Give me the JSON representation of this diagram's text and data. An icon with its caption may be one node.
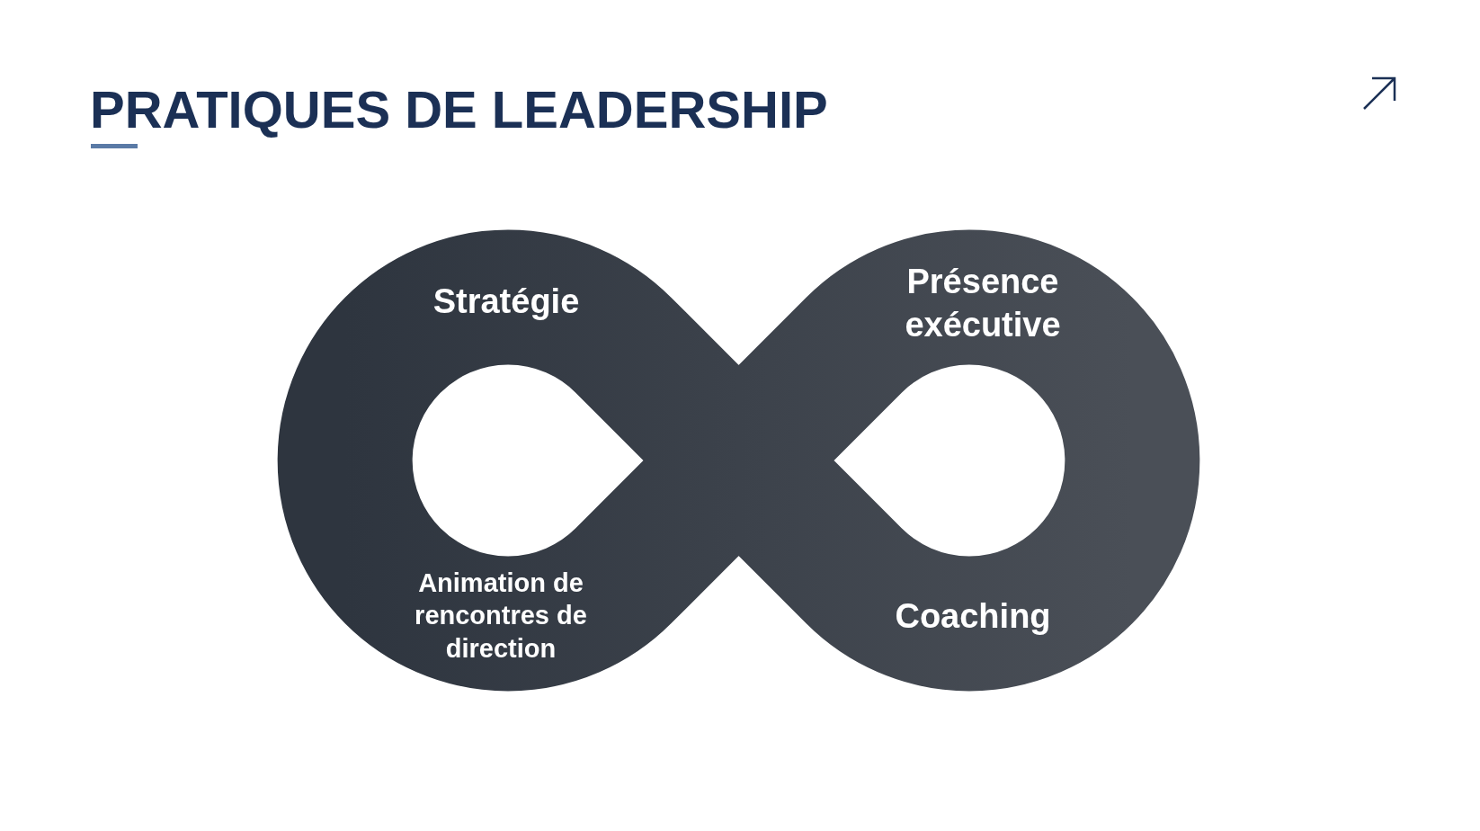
{
  "diagram": {
    "title": "PRATIQUES DE LEADERSHIP",
    "labels": [
      "Stratégie",
      "Présence exécutive",
      "Animation de rencontres de direction",
      "Coaching"
    ]
  }
}
